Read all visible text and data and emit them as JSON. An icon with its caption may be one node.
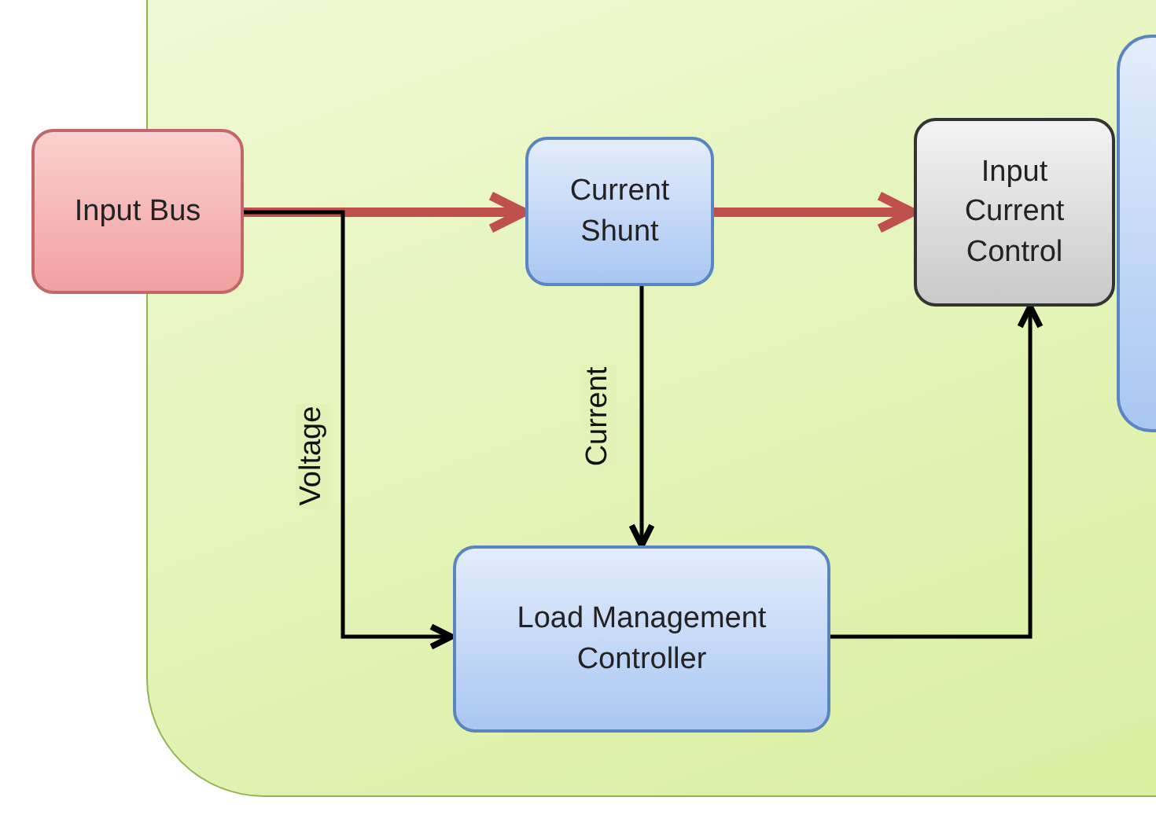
{
  "diagram": {
    "nodes": [
      {
        "text": [],
        "shape": "box"
      },
      {
        "text": [
          "Input Bus"
        ]
      },
      {
        "text": [
          "Current Shunt"
        ],
        "in": 0
      },
      {
        "text": [
          "Input Current Control"
        ],
        "in": 0
      },
      {
        "text": [
          "Load Management Controller"
        ],
        "in": 0
      },
      {
        "text": [],
        "shape": "box",
        "in": 0
      }
    ],
    "edges": [
      {
        "from": 1,
        "to": 2,
        "arrow": "to",
        "style": "thick",
        "color": "#c0504d"
      },
      {
        "from": 2,
        "to": 3,
        "arrow": "to",
        "style": "thick",
        "color": "#c0504d"
      },
      {
        "from": 1,
        "to": 4,
        "arrow": "to",
        "label": "Voltage"
      },
      {
        "from": 2,
        "to": 4,
        "arrow": "to",
        "label": "Current"
      },
      {
        "from": 4,
        "to": 3,
        "arrow": "to"
      }
    ]
  }
}
